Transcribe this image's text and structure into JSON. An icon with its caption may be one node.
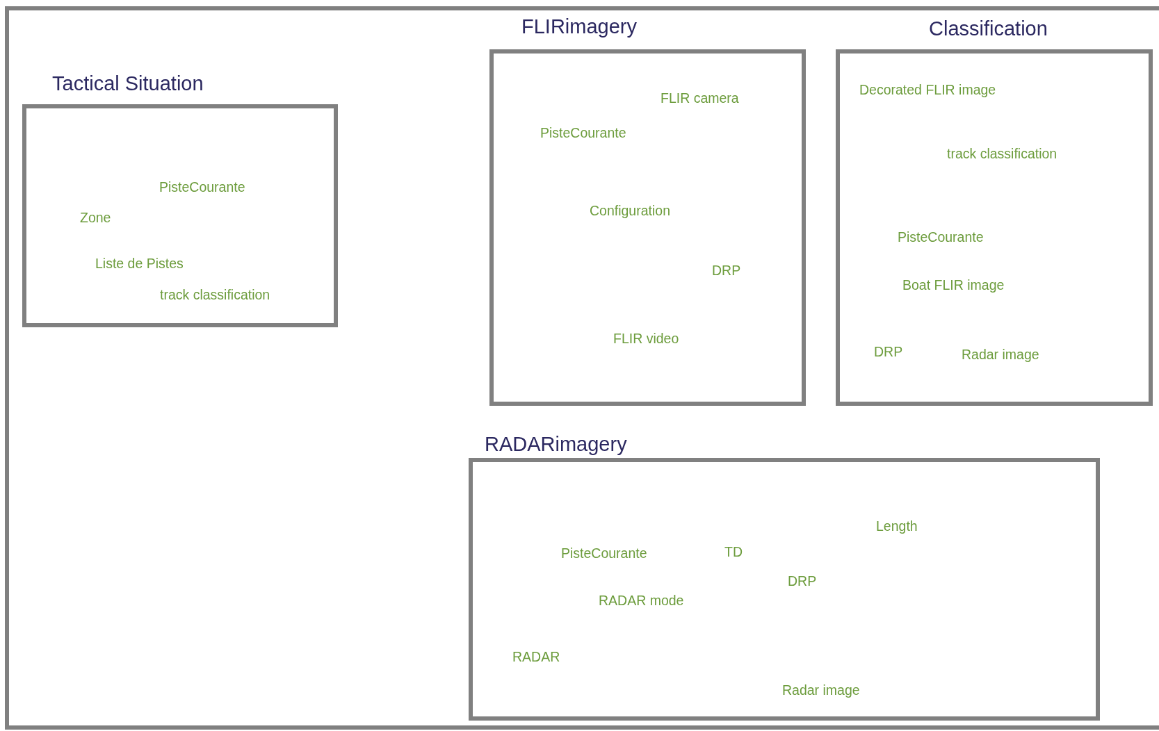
{
  "diagram": {
    "nodes": [
      {
        "text": [
          "Tactical Situation",
          "PisteCourante",
          "Zone",
          "Liste de Pistes",
          "track classification"
        ]
      },
      {
        "text": [
          "FLIRimagery",
          "FLIR camera",
          "PisteCourante",
          "Configuration",
          "DRP",
          "FLIR video"
        ]
      },
      {
        "text": [
          "Classification",
          "Decorated FLIR image",
          "track classification",
          "PisteCourante",
          "Boat FLIR image",
          "DRP",
          "Radar image"
        ]
      },
      {
        "text": [
          "RADARimagery",
          "Length",
          "PisteCourante",
          "TD",
          "DRP",
          "RADAR mode",
          "RADAR",
          "Radar image"
        ]
      }
    ]
  }
}
